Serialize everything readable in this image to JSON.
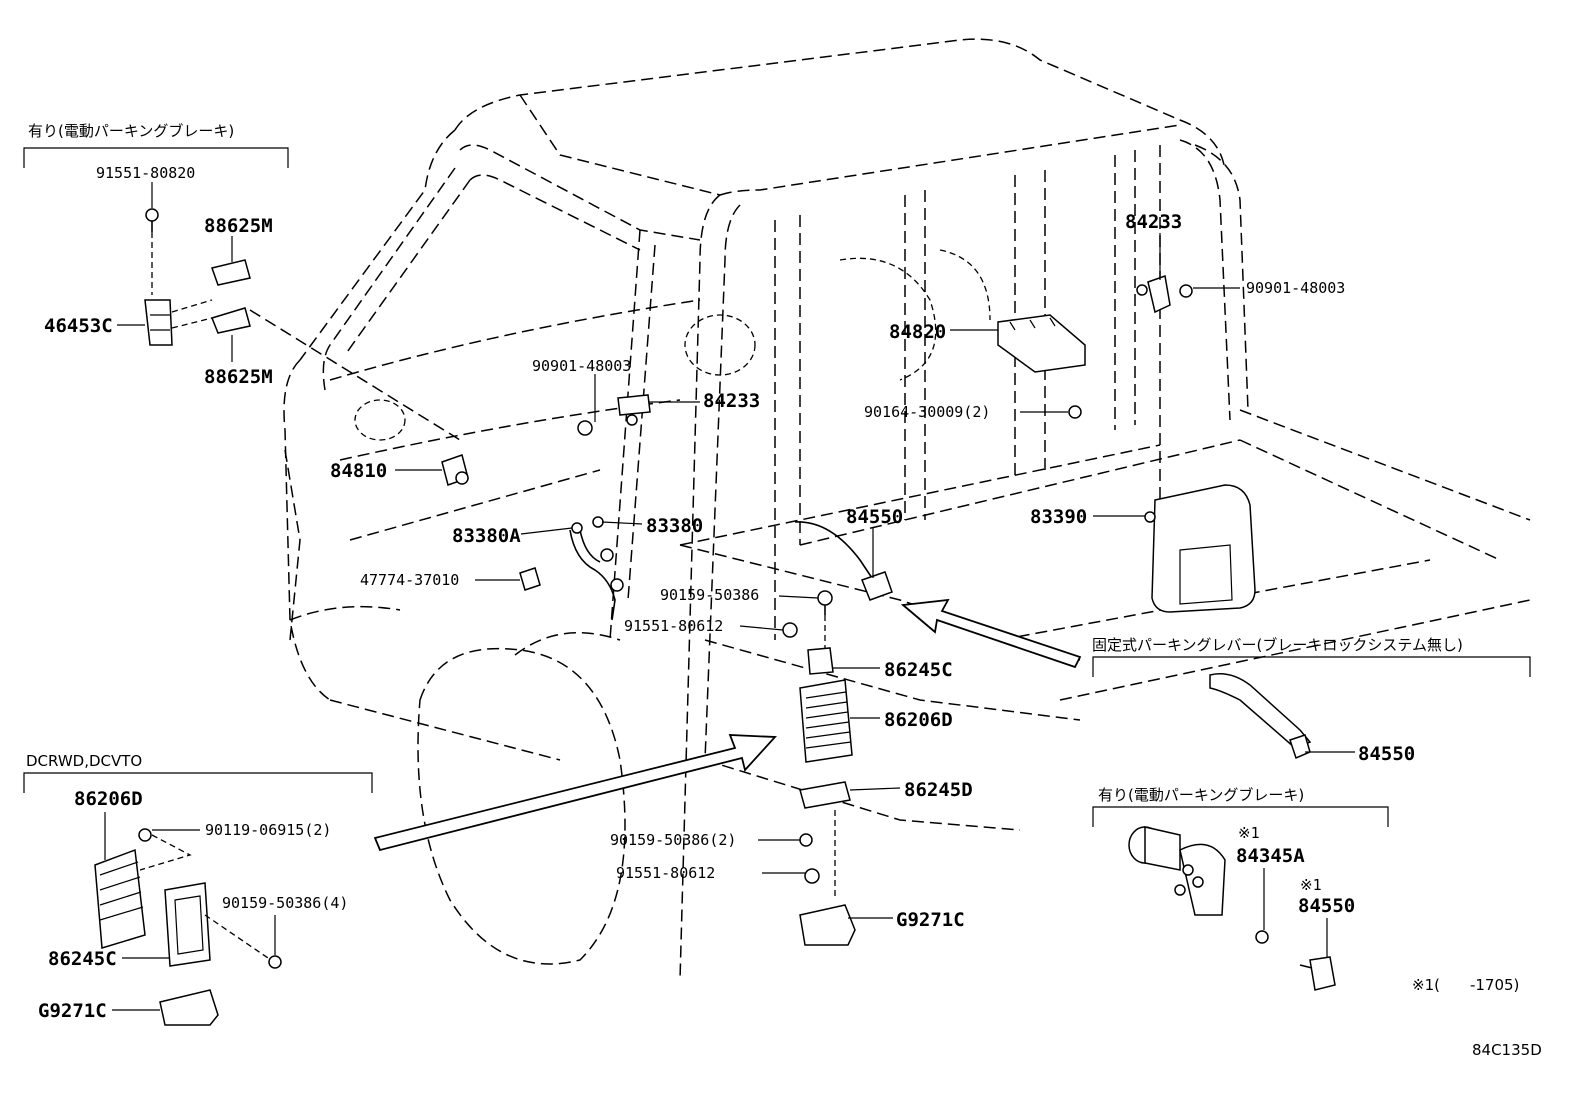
{
  "diagram_code": "84C135D",
  "footnote": "※1(　　-1705)",
  "groups": {
    "epb_top": {
      "header": "有り(電動パーキングブレーキ)"
    },
    "dcrwd": {
      "header": "DCRWD,DCVTO"
    },
    "fixed_lever": {
      "header": "固定式パーキングレバー(ブレーキロックシステム無し)"
    },
    "epb_right": {
      "header": "有り(電動パーキングブレーキ)"
    }
  },
  "labels": {
    "p91551_80820": "91551-80820",
    "p88625m_a": "88625M",
    "p46453c": "46453C",
    "p88625m_b": "88625M",
    "p90901_48003_a": "90901-48003",
    "p84233_a": "84233",
    "p84810": "84810",
    "p83380a": "83380A",
    "p83380": "83380",
    "p47774": "47774-37010",
    "p84233_b": "84233",
    "p90901_48003_b": "90901-48003",
    "p84820": "84820",
    "p90164": "90164-30009(2)",
    "p84550_a": "84550",
    "p83390": "83390",
    "p90159_a": "90159-50386",
    "p91551_80612_a": "91551-80612",
    "p86245c_a": "86245C",
    "p86206d_a": "86206D",
    "p86245d": "86245D",
    "p90159_b": "90159-50386(2)",
    "p91551_80612_b": "91551-80612",
    "pg9271c_a": "G9271C",
    "p86206d_b": "86206D",
    "p90119": "90119-06915(2)",
    "p90159_c": "90159-50386(4)",
    "p86245c_b": "86245C",
    "pg9271c_b": "G9271C",
    "p84550_b": "84550",
    "p84345a_mark": "※1",
    "p84345a": "84345A",
    "p84550_c_mark": "※1",
    "p84550_c": "84550"
  }
}
